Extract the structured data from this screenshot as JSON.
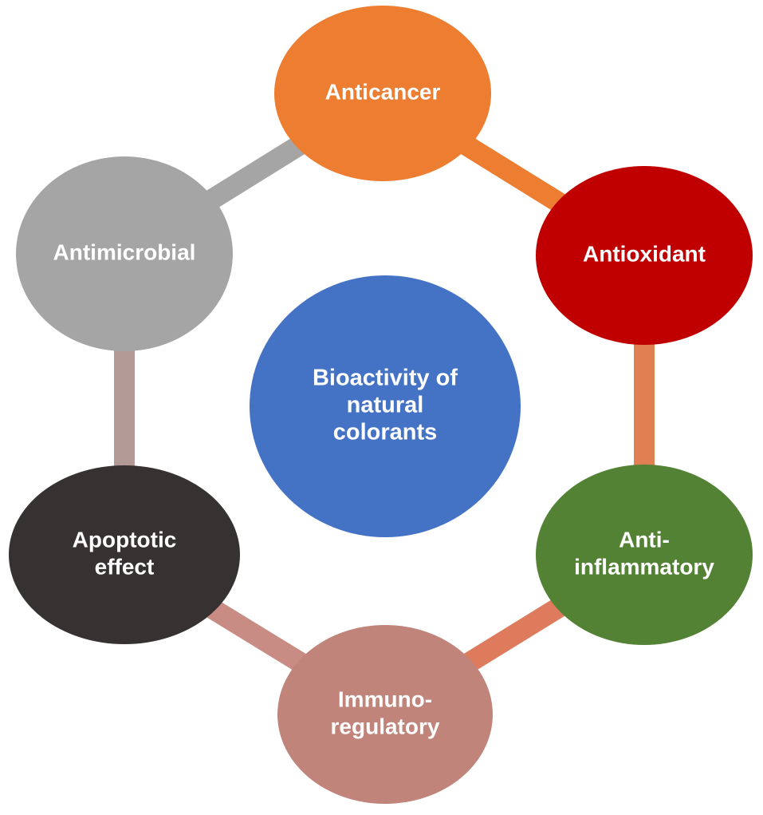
{
  "center": {
    "label_lines": [
      "Bioactivity of",
      "natural",
      "colorants"
    ],
    "color": "#4472C4"
  },
  "nodes": [
    {
      "id": "anticancer",
      "label_lines": [
        "Anticancer"
      ],
      "color": "#ED7D31"
    },
    {
      "id": "antioxidant",
      "label_lines": [
        "Antioxidant"
      ],
      "color": "#C00000"
    },
    {
      "id": "anti-inflammatory",
      "label_lines": [
        "Anti-",
        "inflammatory"
      ],
      "color": "#548235"
    },
    {
      "id": "immunoregulatory",
      "label_lines": [
        "Immuno-",
        "regulatory"
      ],
      "color": "#C0847A"
    },
    {
      "id": "apoptotic-effect",
      "label_lines": [
        "Apoptotic",
        "effect"
      ],
      "color": "#363232"
    },
    {
      "id": "antimicrobial",
      "label_lines": [
        "Antimicrobial"
      ],
      "color": "#A5A5A5"
    }
  ],
  "connectors": [
    {
      "from": "anticancer",
      "to": "antioxidant",
      "color": "#ED7D31"
    },
    {
      "from": "antioxidant",
      "to": "anti-inflammatory",
      "color": "#E07F52"
    },
    {
      "from": "anti-inflammatory",
      "to": "immunoregulatory",
      "color": "#DD7B5C"
    },
    {
      "from": "immunoregulatory",
      "to": "apoptotic-effect",
      "color": "#C88C85"
    },
    {
      "from": "apoptotic-effect",
      "to": "antimicrobial",
      "color": "#B39A97"
    },
    {
      "from": "antimicrobial",
      "to": "anticancer",
      "color": "#A5A5A5"
    }
  ]
}
